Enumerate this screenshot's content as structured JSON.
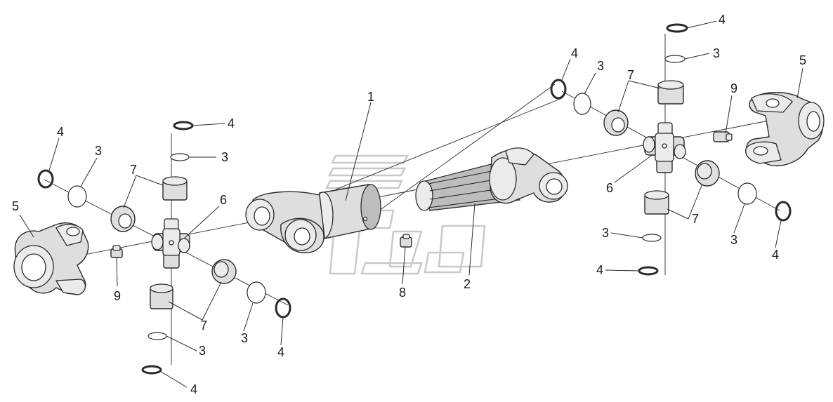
{
  "callouts": {
    "c1": "1",
    "c2": "2",
    "c3a": "3",
    "c3b": "3",
    "c3c": "3",
    "c3d": "3",
    "c3e": "3",
    "c3f": "3",
    "c3g": "3",
    "c3h": "3",
    "c4a": "4",
    "c4b": "4",
    "c4c": "4",
    "c4d": "4",
    "c4e": "4",
    "c4f": "4",
    "c4g": "4",
    "c4h": "4",
    "c5a": "5",
    "c5b": "5",
    "c6a": "6",
    "c6b": "6",
    "c7a": "7",
    "c7b": "7",
    "c7c": "7",
    "c7d": "7",
    "c8": "8",
    "c9a": "9",
    "c9b": "9"
  }
}
